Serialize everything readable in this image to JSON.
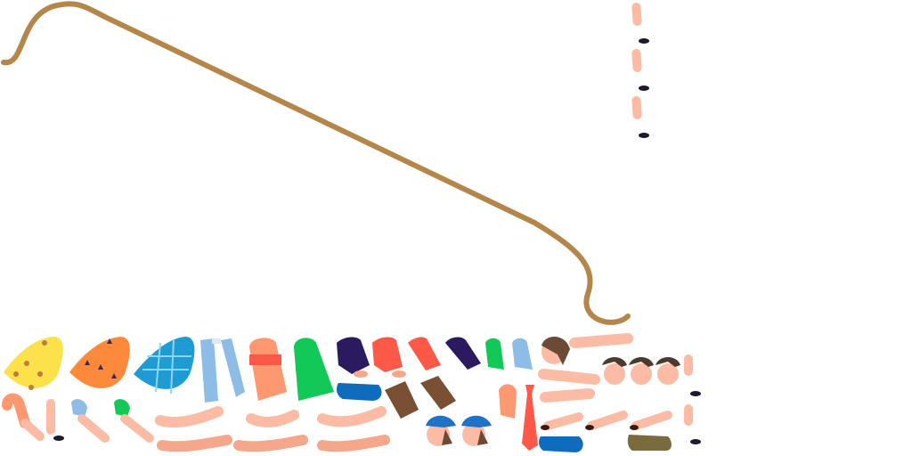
{
  "sheet": {
    "background": "#ffffff",
    "colors": {
      "rod": "#b5864a",
      "skin": "#fbbba4",
      "skin_shade": "#f5a78c",
      "hair": "#6b4a36",
      "shoe": "#1c1a2e",
      "yellow": "#fde14a",
      "orange": "#fd8a3a",
      "blue": "#1e9bd2",
      "light_blue": "#8dbde6",
      "salmon": "#fd9870",
      "green": "#12c957",
      "purple": "#2c1a60",
      "red": "#fd5848",
      "dark_blue": "#0f6bbd",
      "brown": "#7a5035",
      "olive": "#7b6a3e"
    },
    "parts": [
      {
        "name": "fishing-rod-line",
        "kind": "rod"
      },
      {
        "name": "leg-column-top",
        "kind": "leg"
      },
      {
        "name": "yellow-dotted-dress",
        "kind": "garment"
      },
      {
        "name": "orange-triangle-dress",
        "kind": "garment"
      },
      {
        "name": "blue-plaid-dress",
        "kind": "garment"
      },
      {
        "name": "light-blue-coat",
        "kind": "garment"
      },
      {
        "name": "salmon-striped-shirt",
        "kind": "garment"
      },
      {
        "name": "green-shirt",
        "kind": "garment"
      },
      {
        "name": "purple-sleeve",
        "kind": "sleeve"
      },
      {
        "name": "red-sleeve",
        "kind": "sleeve"
      },
      {
        "name": "brown-sleeve",
        "kind": "sleeve"
      },
      {
        "name": "child-head",
        "kind": "head"
      },
      {
        "name": "boy-head-cap",
        "kind": "head"
      },
      {
        "name": "man-head",
        "kind": "head"
      },
      {
        "name": "arm",
        "kind": "limb"
      },
      {
        "name": "red-necktie",
        "kind": "accessory"
      },
      {
        "name": "blue-shorts",
        "kind": "garment"
      },
      {
        "name": "olive-shorts",
        "kind": "garment"
      }
    ]
  }
}
